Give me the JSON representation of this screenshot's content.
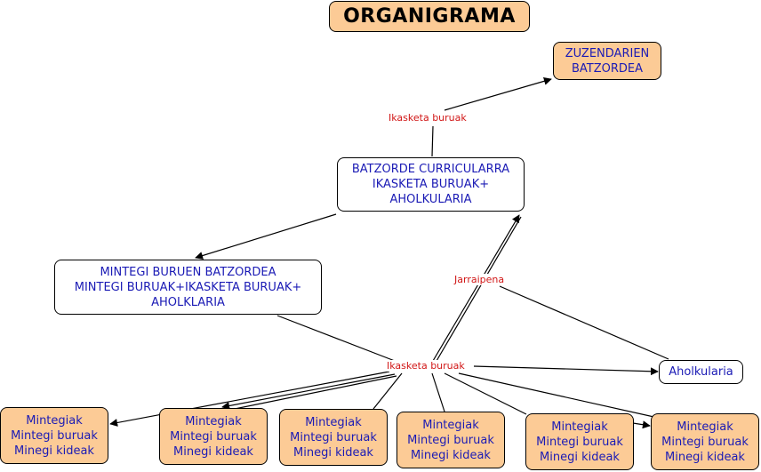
{
  "title": "ORGANIGRAMA",
  "nodes": {
    "zuzendarien": [
      "ZUZENDARIEN",
      "BATZORDEA"
    ],
    "batzorde_curricularra": [
      "BATZORDE CURRICULARRA",
      "IKASKETA BURUAK+",
      "AHOLKULARIA"
    ],
    "mintegi_buruen": [
      "MINTEGI BURUEN BATZORDEA",
      "MINTEGI BURUAK+IKASKETA BURUAK+",
      "AHOLKLARIA"
    ],
    "aholkularia": "Aholkularia",
    "mintegiak": [
      [
        "Mintegiak",
        "Mintegi buruak",
        "Minegi kideak"
      ],
      [
        "Mintegiak",
        "Mintegi buruak",
        "Minegi kideak"
      ],
      [
        "Mintegiak",
        "Mintegi buruak",
        "Minegi kideak"
      ],
      [
        "Mintegiak",
        "Mintegi buruak",
        "Minegi kideak"
      ],
      [
        "Mintegiak",
        "Mintegi buruak",
        "Minegi kideak"
      ],
      [
        "Mintegiak",
        "Mintegi buruak",
        "Minegi kideak"
      ]
    ]
  },
  "link_labels": {
    "top": "Ikasketa buruak",
    "jarraipena": "Jarraipena",
    "hub": "Ikasketa buruak"
  },
  "colors": {
    "node_fill": "#fccb96",
    "node_text": "#1b1bb5",
    "link_label": "#d11616"
  }
}
